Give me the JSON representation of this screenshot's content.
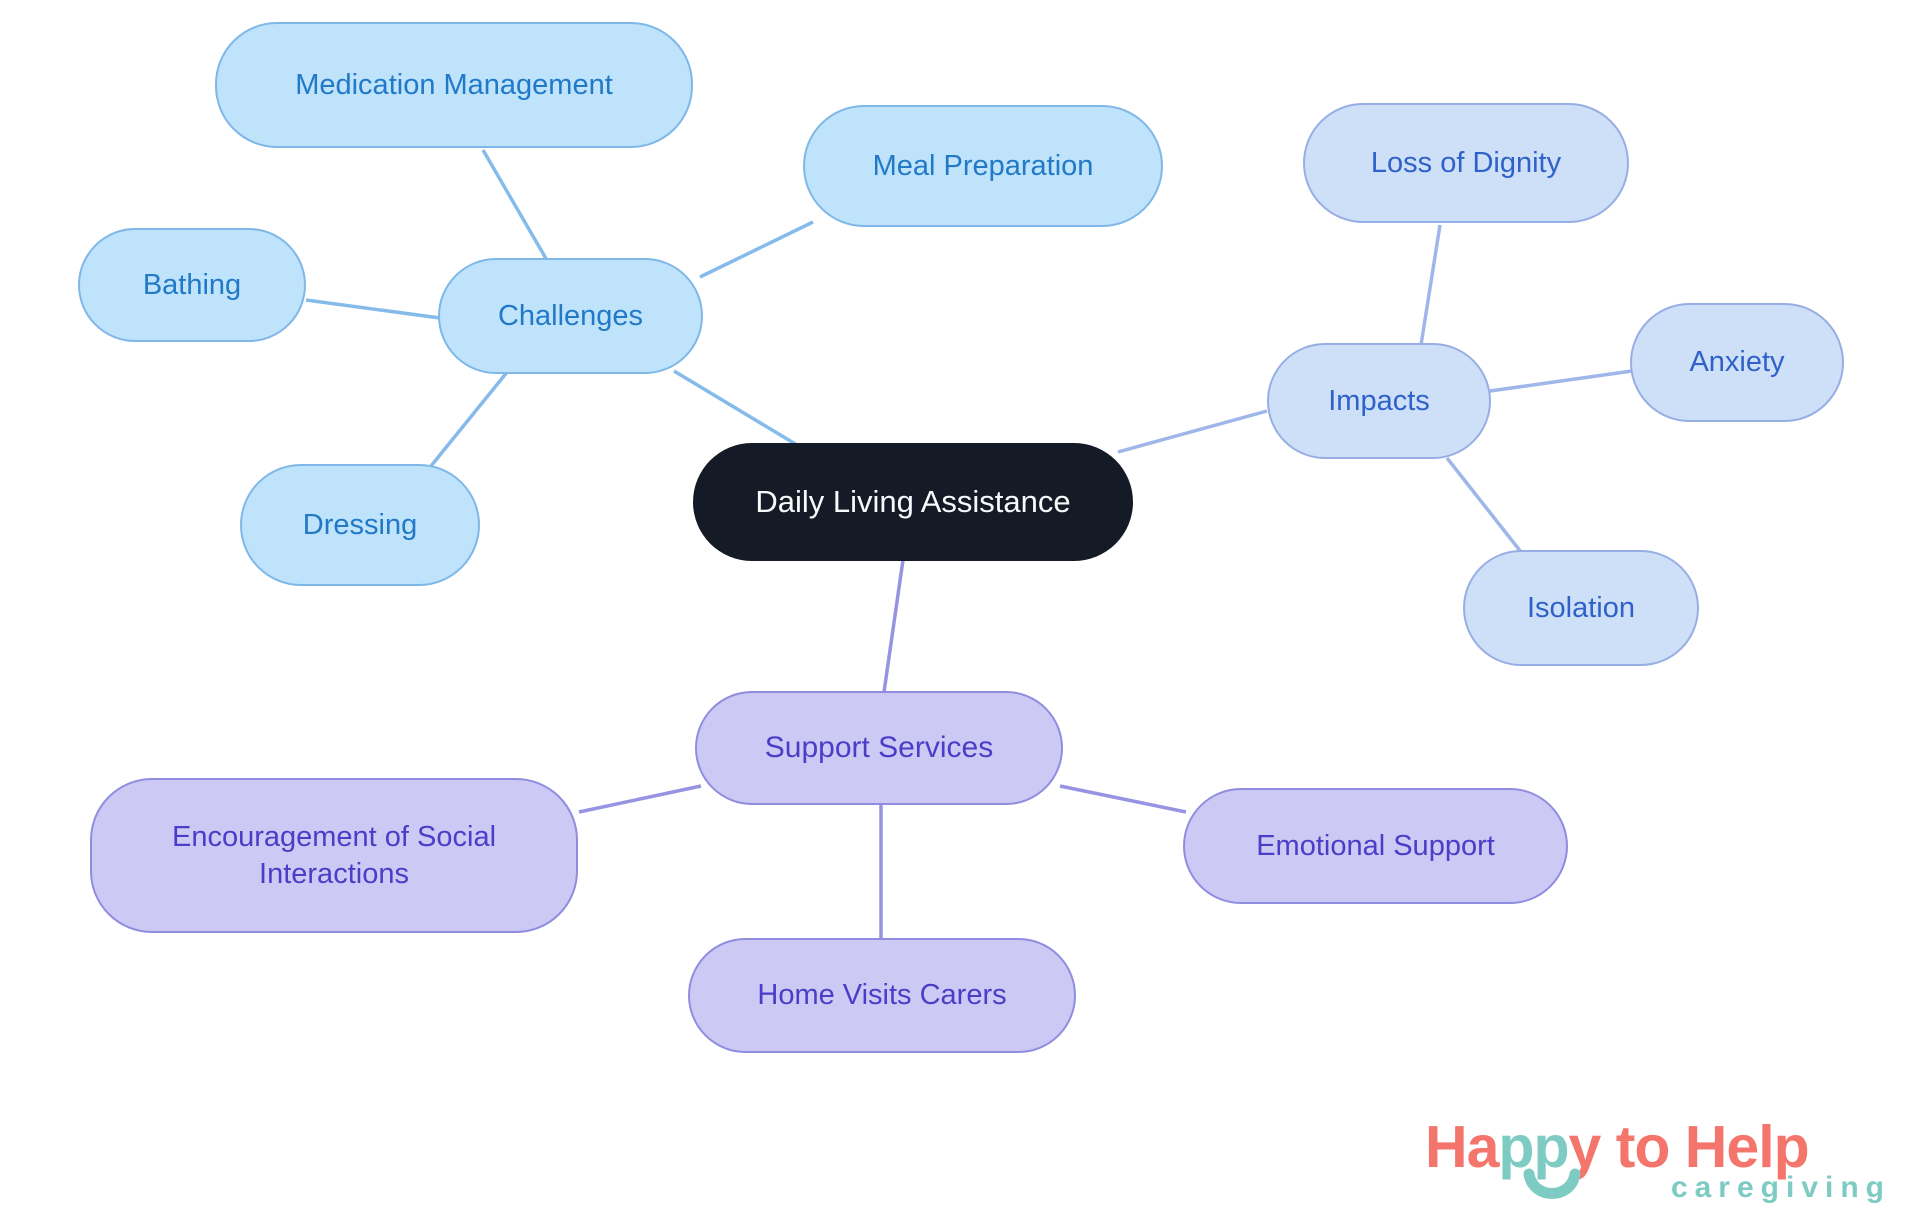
{
  "central": {
    "label": "Daily Living Assistance",
    "fill": "#151B26",
    "text_color": "#F8F9FB"
  },
  "branches": [
    {
      "label": "Challenges",
      "fill": "#BEE3FA",
      "border": "#7FB8E8",
      "text_color": "#2279C7",
      "edge_color": "#85BBEA",
      "children": [
        {
          "label": "Medication Management"
        },
        {
          "label": "Meal Preparation"
        },
        {
          "label": "Bathing"
        },
        {
          "label": "Dressing"
        }
      ]
    },
    {
      "label": "Impacts",
      "fill": "#CEDFF8",
      "border": "#97AEE4",
      "text_color": "#2F62C9",
      "edge_color": "#9FB6EA",
      "children": [
        {
          "label": "Loss of Dignity"
        },
        {
          "label": "Anxiety"
        },
        {
          "label": "Isolation"
        }
      ]
    },
    {
      "label": "Support Services",
      "fill": "#CCC9F4",
      "border": "#908DE0",
      "text_color": "#4A3EC8",
      "edge_color": "#9693E3",
      "children": [
        {
          "label": "Encouragement of Social Interactions"
        },
        {
          "label": "Emotional Support"
        },
        {
          "label": "Home Visits Carers"
        }
      ]
    }
  ],
  "logo": {
    "segments": [
      {
        "text": "Ha",
        "color": "#F4756B"
      },
      {
        "text": "pp",
        "color": "#7ECBC3"
      },
      {
        "text": "y to Help",
        "color": "#F4756B"
      }
    ],
    "subtitle": "caregiving",
    "coral": "#F4756B",
    "teal": "#7ECBC3"
  }
}
